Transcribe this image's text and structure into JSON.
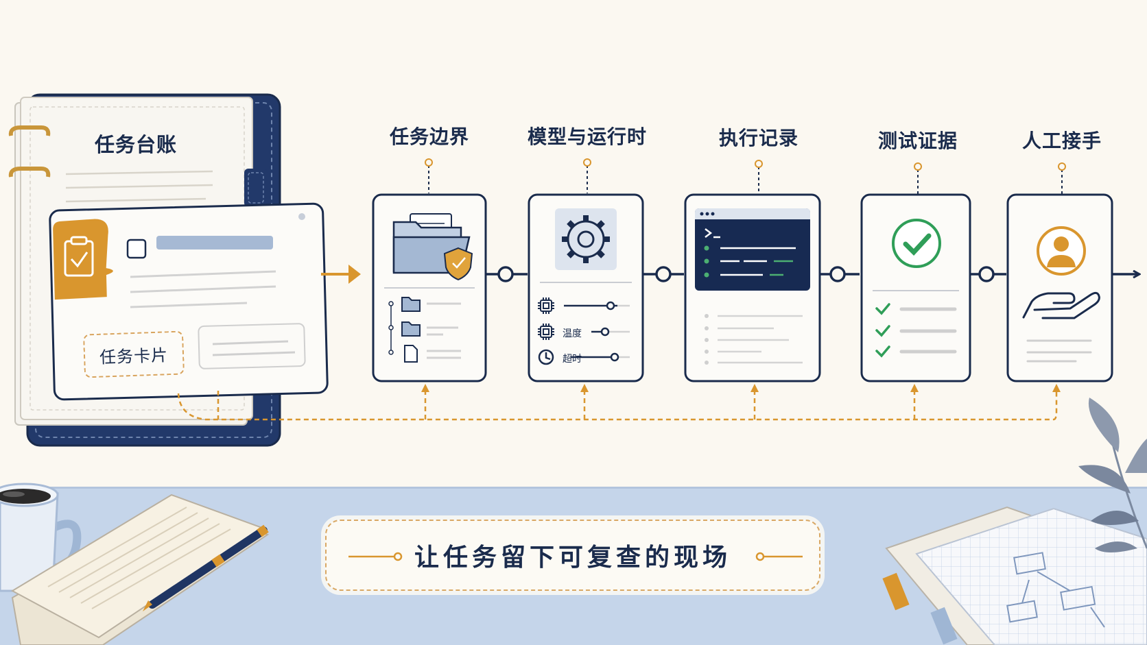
{
  "ledger": {
    "title": "任务台账"
  },
  "task_card": {
    "label": "任务卡片"
  },
  "steps": [
    {
      "title": "任务边界"
    },
    {
      "title": "模型与运行时"
    },
    {
      "title": "执行记录"
    },
    {
      "title": "测试证据"
    },
    {
      "title": "人工接手"
    }
  ],
  "runtime_params": [
    {
      "label": "温度"
    },
    {
      "label": "超时"
    }
  ],
  "banner": {
    "text": "让任务留下可复查的现场"
  },
  "colors": {
    "navy": "#1a2b4c",
    "accent": "#d9962e",
    "success": "#2f9e58",
    "panel": "#b8c8de",
    "desk": "#c5d5ea"
  }
}
